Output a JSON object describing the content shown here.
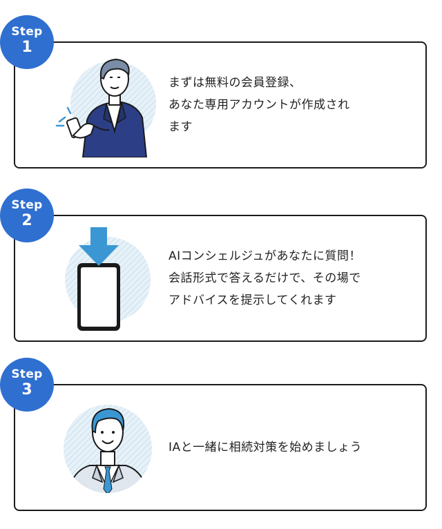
{
  "steps": [
    {
      "badge_word": "Step",
      "badge_num": "1",
      "lines": [
        "まずは無料の会員登録、",
        "あなた専用アカウントが作成され",
        "ます"
      ],
      "illustration": "man-with-phone-icon"
    },
    {
      "badge_word": "Step",
      "badge_num": "2",
      "lines": [
        "AIコンシェルジュがあなたに質問！",
        "会話形式で答えるだけで、その場で",
        "アドバイスを提示してくれます"
      ],
      "illustration": "phone-download-icon"
    },
    {
      "badge_word": "Step",
      "badge_num": "3",
      "lines": [
        "IAと一緒に相続対策を始めましょう"
      ],
      "illustration": "businessman-avatar-icon"
    }
  ],
  "colors": {
    "badge": "#2f6fd0",
    "accent_blue": "#3b97d3",
    "navy_jacket": "#2c3f86",
    "circle_bg": "#dcebf5",
    "border": "#1a1a1a"
  }
}
